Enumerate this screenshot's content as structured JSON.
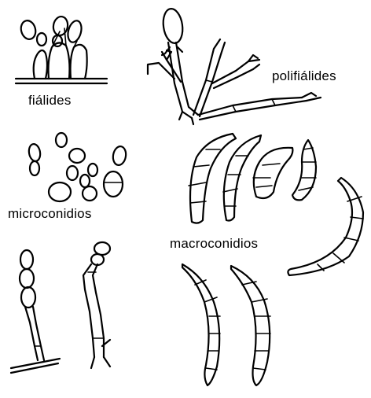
{
  "labels": {
    "fialides": "fiálides",
    "polifialides": "polifiálides",
    "microconidios": "microconidios",
    "macroconidios": "macroconidios"
  },
  "colors": {
    "ink": "#000000",
    "background": "#ffffff"
  }
}
